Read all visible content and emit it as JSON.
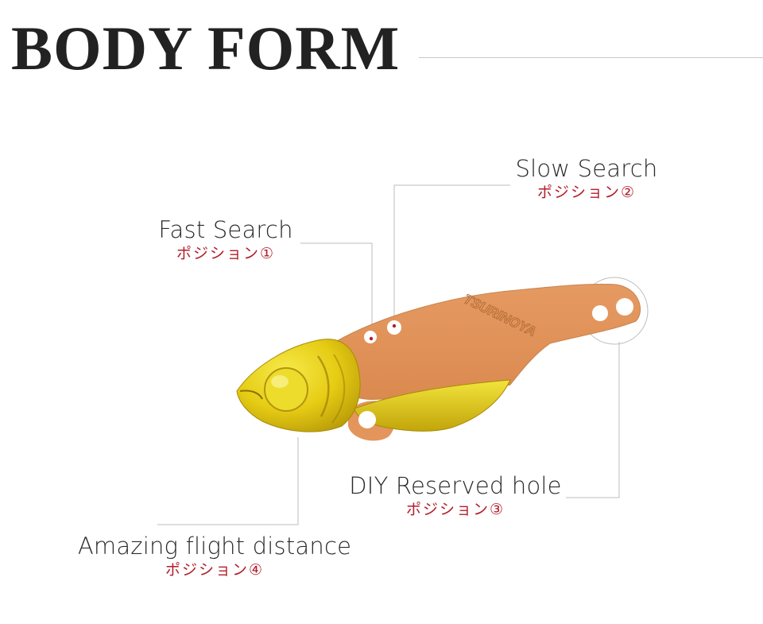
{
  "header": {
    "title": "BODY FORM"
  },
  "brand": {
    "logo_text": "TSURINOYA"
  },
  "colors": {
    "body": "#e3955b",
    "head": "#e9d316",
    "label_jp": "#b21e2b",
    "leader_line": "#b8b8b8"
  },
  "callouts": {
    "fast": {
      "title": "Fast Search",
      "subtitle": "ポジション①"
    },
    "slow": {
      "title": "Slow Search",
      "subtitle": "ポジション②"
    },
    "diy": {
      "title": "DIY Reserved hole",
      "subtitle": "ポジション③"
    },
    "flight": {
      "title": "Amazing flight distance",
      "subtitle": "ポジション④"
    }
  }
}
